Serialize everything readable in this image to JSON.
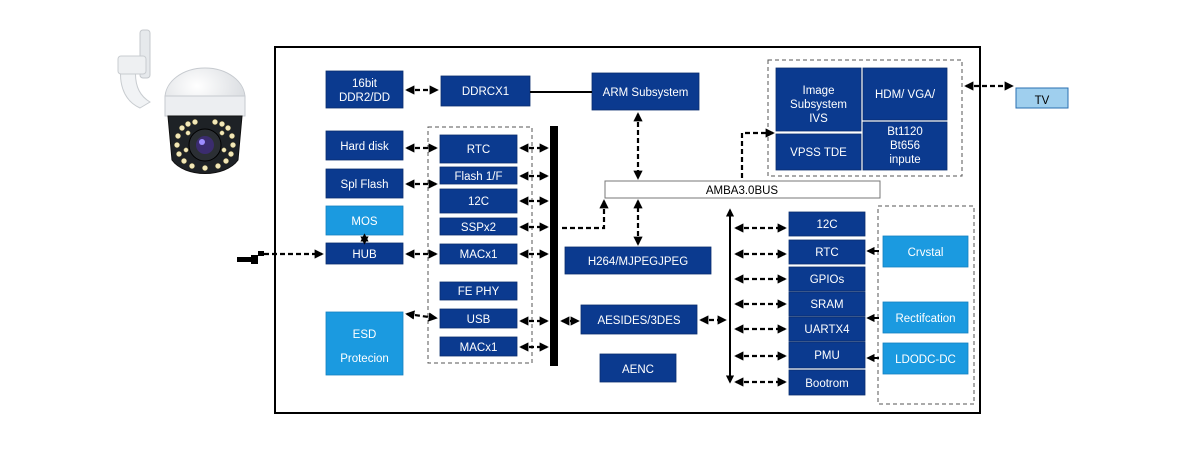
{
  "blocks": {
    "ddr": "16bit\nDDR2/DD",
    "ddrc": "DDRCX1",
    "arm": "ARM Subsystem",
    "image_subsystem": "Image\nSubsystem\nIVS",
    "vpss": "VPSS TDE",
    "hdmi": "HDM/  VGA/",
    "bt1120": "Bt1120\nBt656\ninpute",
    "tv": "TV",
    "hard_disk": "Hard disk",
    "spi_flash": "Spl Flash",
    "mos": "MOS",
    "hub": "HUB",
    "esd": "ESD\nProtecion",
    "rtc_left": "RTC",
    "flash": "Flash 1/F",
    "i2c_left": "12C",
    "sspx2": "SSPx2",
    "macx1_a": "MACx1",
    "fe_phy": "FE PHY",
    "usb": "USB",
    "macx1_b": "MACx1",
    "amba": "AMBA3.0BUS",
    "h264": "H264/MJPEGJPEG",
    "aes": "AESIDES/3DES",
    "aenc": "AENC",
    "i2c_right": "12C",
    "rtc_right": "RTC",
    "gpios": "GPIOs",
    "sram": "SRAM",
    "uart": "UARTX4",
    "pmu": "PMU",
    "bootrom": "Bootrom",
    "crystal": "Crvstal",
    "rectification": "Rectifcation",
    "ldo": "LDODC-DC"
  },
  "colors": {
    "block": "#0b3a8f",
    "block_light": "#1b9ae0",
    "tv_fill": "#9fcfee"
  }
}
